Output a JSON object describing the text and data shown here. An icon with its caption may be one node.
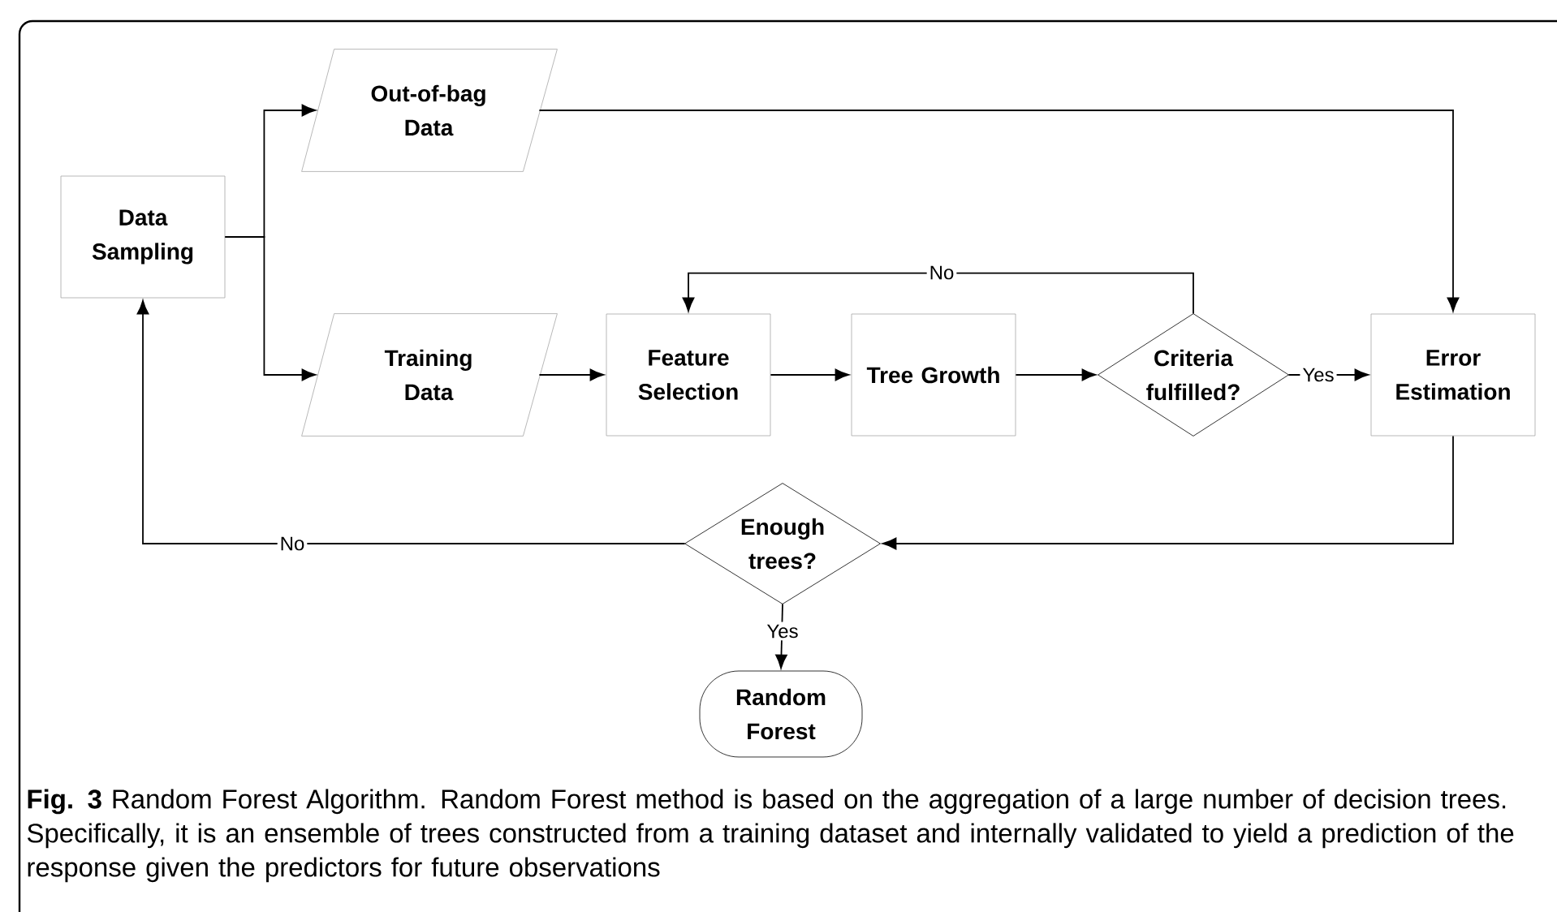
{
  "diagram": {
    "caption": "**Fig. 3** Random Forest Algorithm. Random Forest method is based on the aggregation of a large number of decision trees. Specifically, it is an ensemble of trees constructed from a training dataset and internally validated to yield a prediction of the response given the predictors for future observations",
    "nodes": [
      {
        "text": [
          "Data Sampling"
        ]
      },
      {
        "text": [
          "Out-of-bag Data"
        ]
      },
      {
        "text": [
          "Training Data"
        ]
      },
      {
        "text": [
          "Feature Selection"
        ]
      },
      {
        "text": [
          "Tree Growth"
        ]
      },
      {
        "text": [
          "Criteria fulfilled?"
        ]
      },
      {
        "text": [
          "Error Estimation"
        ]
      },
      {
        "text": [
          "Enough trees?"
        ]
      },
      {
        "text": [
          "Random Forest"
        ]
      }
    ],
    "edges": [
      {
        "from": 0,
        "to": 1,
        "arrow": "to"
      },
      {
        "from": 0,
        "to": 2,
        "arrow": "to"
      },
      {
        "from": 2,
        "to": 3,
        "arrow": "to"
      },
      {
        "from": 3,
        "to": 4,
        "arrow": "to"
      },
      {
        "from": 4,
        "to": 5,
        "arrow": "to"
      },
      {
        "from": 5,
        "to": 3,
        "arrow": "to",
        "label": "No"
      },
      {
        "from": 5,
        "to": 6,
        "arrow": "to",
        "label": "Yes"
      },
      {
        "from": 1,
        "to": 6,
        "arrow": "to"
      },
      {
        "from": 6,
        "to": 7,
        "arrow": "to"
      },
      {
        "from": 7,
        "to": 0,
        "arrow": "to",
        "label": "No"
      },
      {
        "from": 7,
        "to": 8,
        "arrow": "to",
        "label": "Yes"
      }
    ]
  }
}
